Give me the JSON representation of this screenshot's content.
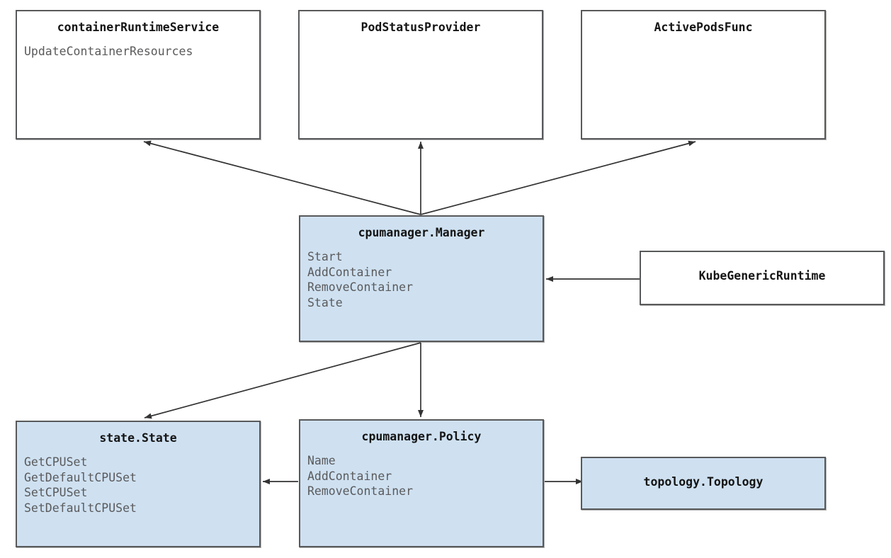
{
  "diagram": {
    "kind": "class-diagram",
    "background_color": "#ffffff",
    "fill_color": "#cfe1f1",
    "border_color": "#58595b",
    "title_color": "#151515",
    "member_color": "#5a5a5c",
    "edge_color": "#333333"
  },
  "nodes": {
    "container_runtime_service": {
      "title": "containerRuntimeService",
      "members": [
        "UpdateContainerResources"
      ],
      "filled": false
    },
    "pod_status_provider": {
      "title": "PodStatusProvider",
      "members": [],
      "filled": false
    },
    "active_pods_func": {
      "title": "ActivePodsFunc",
      "members": [],
      "filled": false
    },
    "cpumanager_manager": {
      "title": "cpumanager.Manager",
      "members": [
        "Start",
        "AddContainer",
        "RemoveContainer",
        "State"
      ],
      "filled": true
    },
    "kube_generic_runtime": {
      "title": "KubeGenericRuntime",
      "members": [],
      "filled": false
    },
    "state_state": {
      "title": "state.State",
      "members": [
        "GetCPUSet",
        "GetDefaultCPUSet",
        "SetCPUSet",
        "SetDefaultCPUSet"
      ],
      "filled": true
    },
    "cpumanager_policy": {
      "title": "cpumanager.Policy",
      "members": [
        "Name",
        "AddContainer",
        "RemoveContainer"
      ],
      "filled": true
    },
    "topology_topology": {
      "title": "topology.Topology",
      "members": [],
      "filled": true
    }
  },
  "edges": [
    {
      "from": "cpumanager_manager",
      "to": "container_runtime_service",
      "label": ""
    },
    {
      "from": "cpumanager_manager",
      "to": "pod_status_provider",
      "label": ""
    },
    {
      "from": "cpumanager_manager",
      "to": "active_pods_func",
      "label": ""
    },
    {
      "from": "kube_generic_runtime",
      "to": "cpumanager_manager",
      "label": ""
    },
    {
      "from": "cpumanager_manager",
      "to": "state_state",
      "label": ""
    },
    {
      "from": "cpumanager_manager",
      "to": "cpumanager_policy",
      "label": ""
    },
    {
      "from": "cpumanager_policy",
      "to": "state_state",
      "label": ""
    },
    {
      "from": "cpumanager_policy",
      "to": "topology_topology",
      "label": ""
    }
  ]
}
